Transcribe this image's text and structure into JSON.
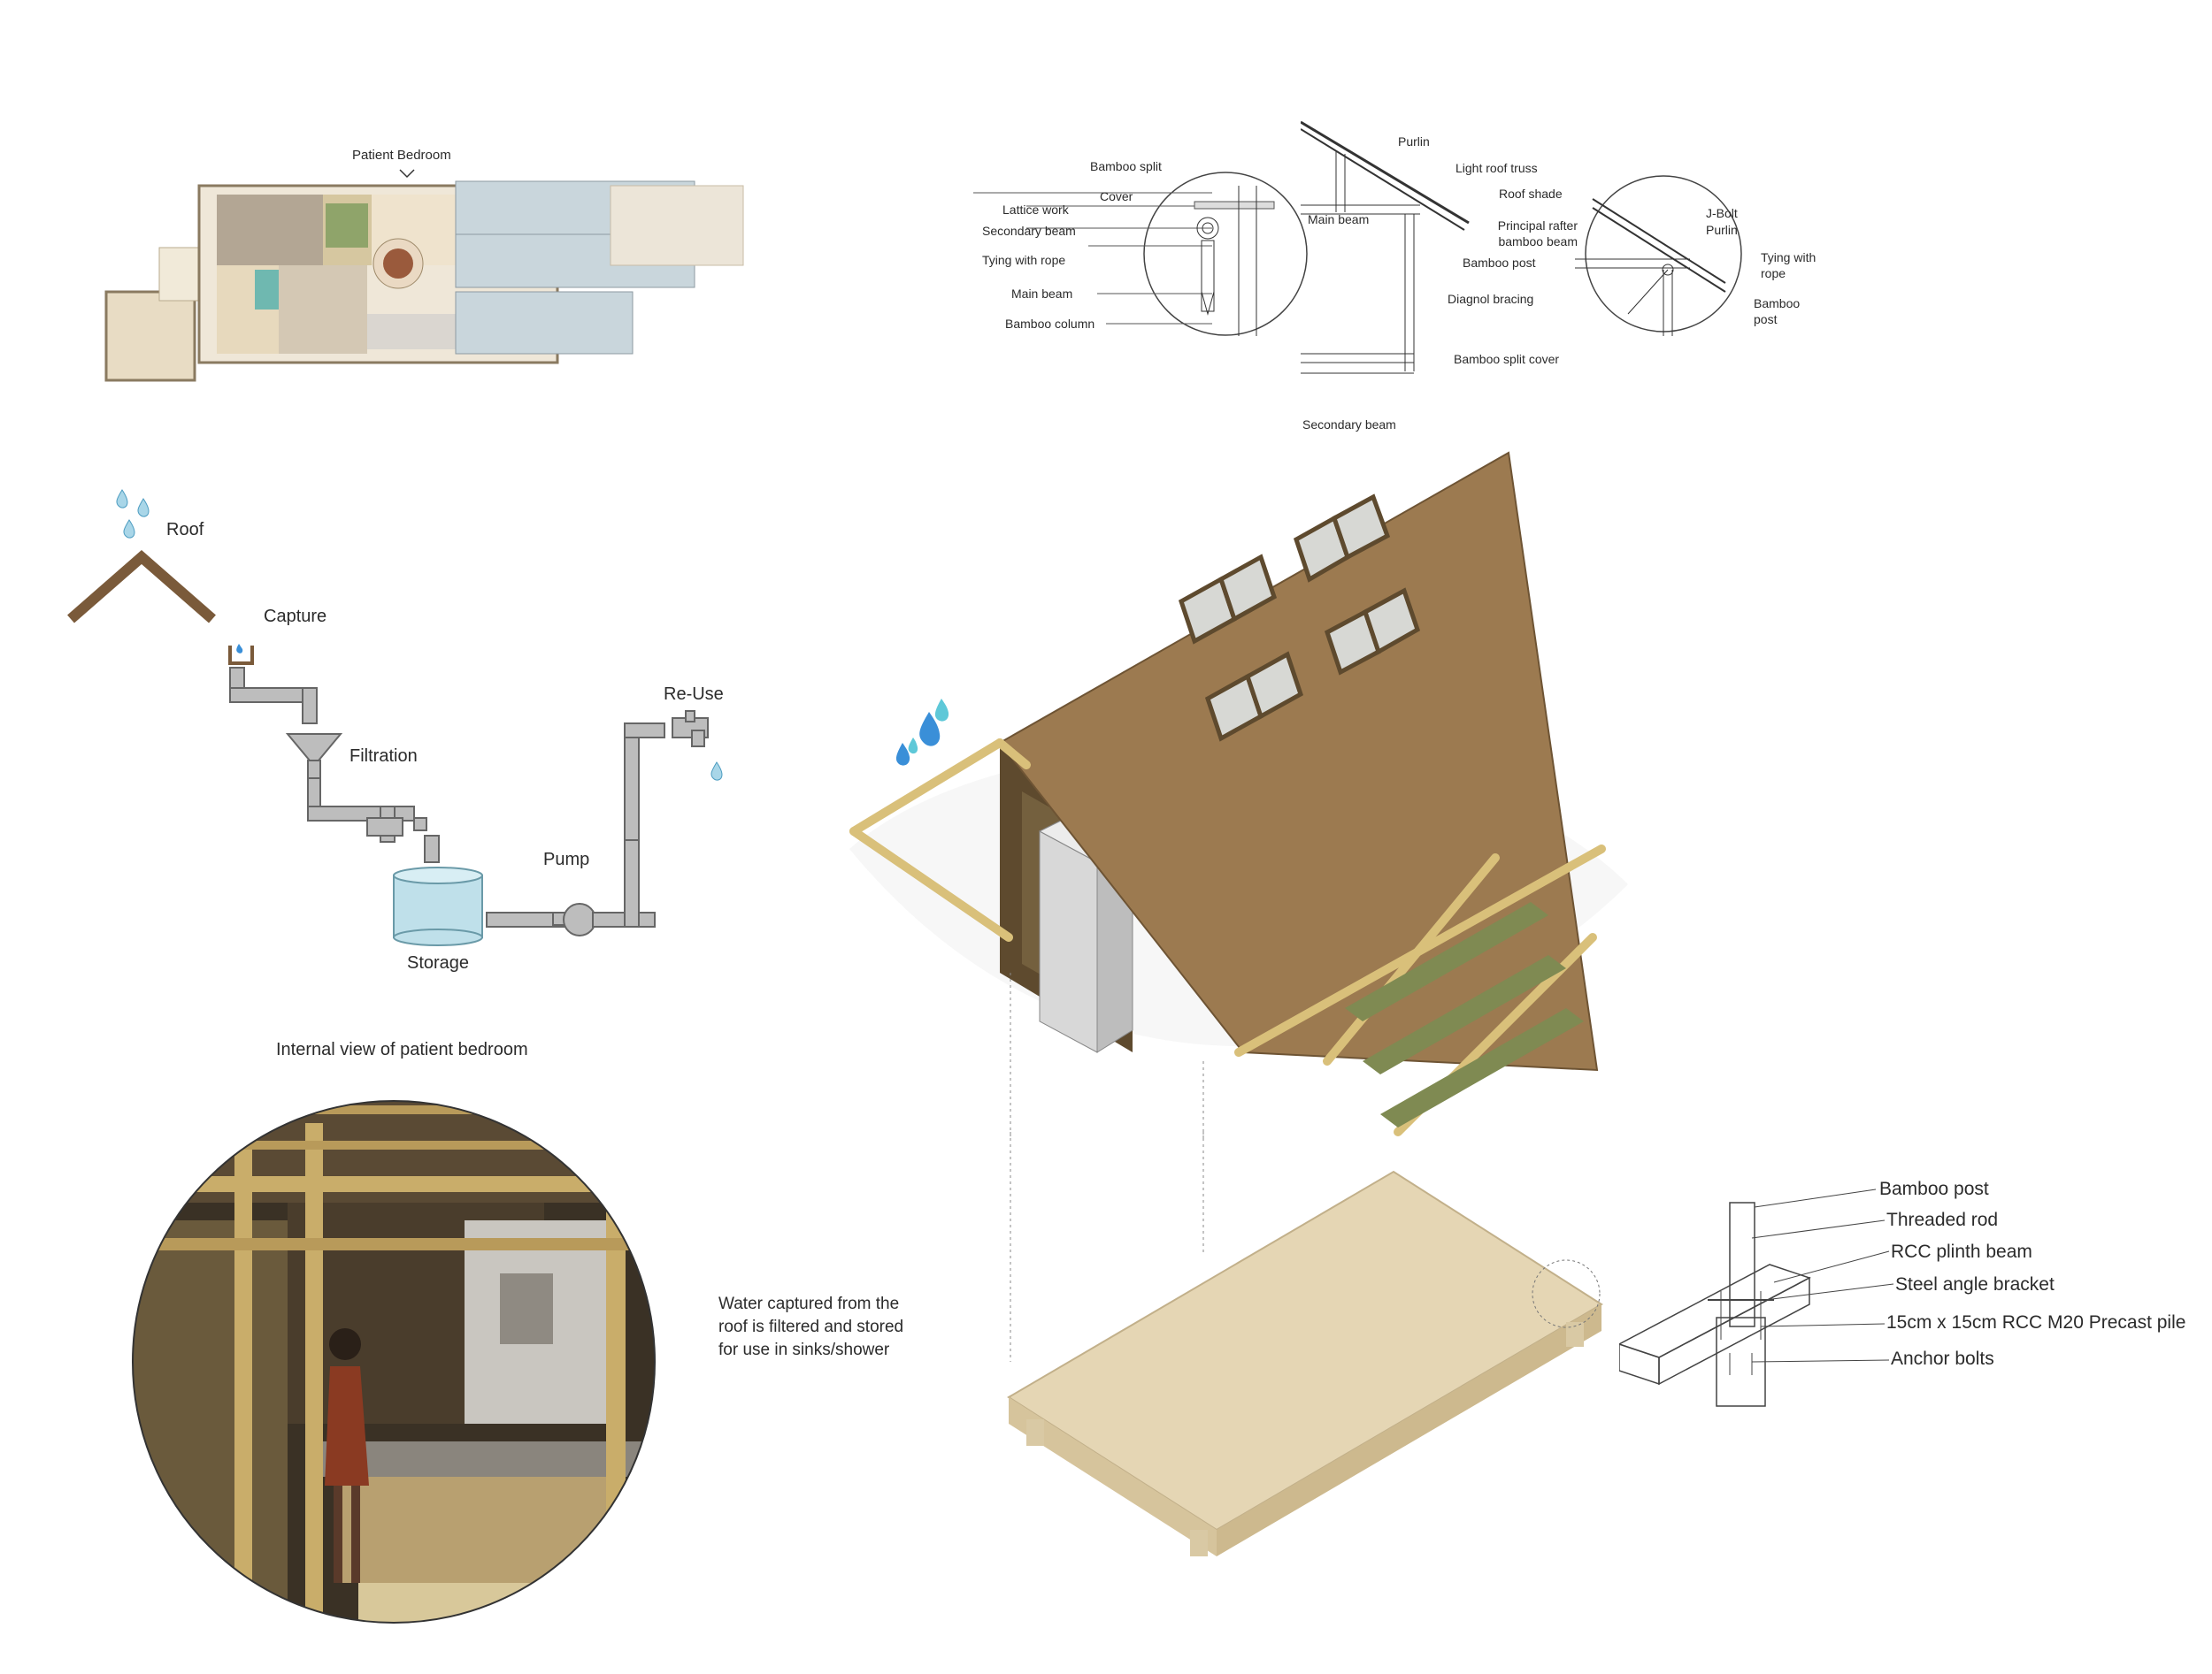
{
  "floor_plan": {
    "label": "Patient Bedroom"
  },
  "joint_detail_1": {
    "labels": [
      "Bamboo split",
      "Cover",
      "Lattice work",
      "Secondary beam",
      "Tying with rope",
      "Main beam",
      "Bamboo column"
    ]
  },
  "roof_section": {
    "labels": [
      "Purlin",
      "Light roof truss",
      "Roof shade",
      "Main beam",
      "Bamboo post",
      "Diagnol bracing",
      "Bamboo split cover",
      "Secondary beam"
    ]
  },
  "joint_detail_2": {
    "labels": [
      "Principal rafter bamboo beam",
      "J-Bolt",
      "Purlin",
      "Tying with rope",
      "Bamboo post"
    ]
  },
  "water_cycle": {
    "steps": [
      "Roof",
      "Capture",
      "Filtration",
      "Re-Use",
      "Pump",
      "Storage"
    ]
  },
  "internal_view": {
    "title": "Internal view of patient bedroom"
  },
  "water_note": {
    "lines": [
      "Water captured from the",
      "roof is filtered and stored",
      "for use in sinks/shower"
    ]
  },
  "foundation_detail": {
    "labels": [
      "Bamboo post",
      "Threaded rod",
      "RCC plinth beam",
      "Steel angle bracket",
      "15cm x 15cm RCC M20 Precast pile",
      "Anchor bolts"
    ]
  },
  "colors": {
    "roof": "#9c7a50",
    "bamboo": "#d9c07a",
    "plinth": "#e5d6b4",
    "pipe": "#a8a8a8",
    "water": "#bfe0ea",
    "drop": "#3a8fd8",
    "plan_paper": "#efe7d8"
  }
}
